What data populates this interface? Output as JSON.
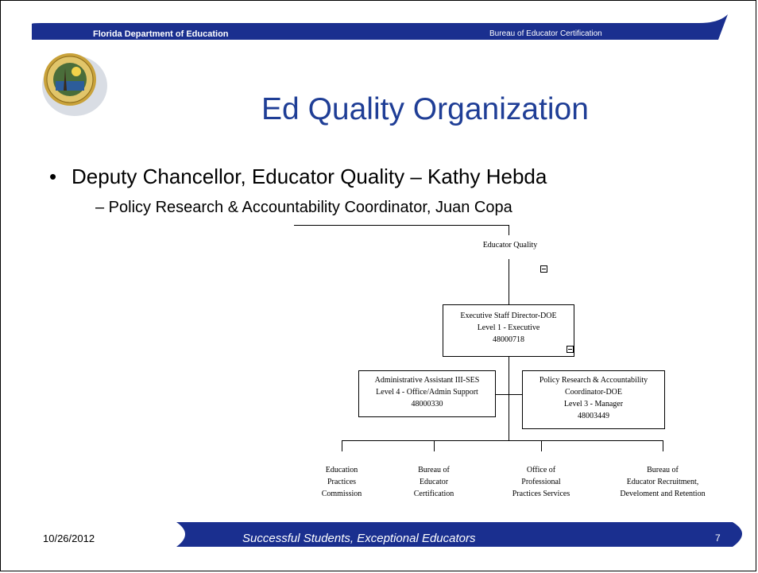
{
  "header": {
    "org_name": "Florida Department of Education",
    "bureau_name": "Bureau of Educator Certification",
    "band_color": "#1a2f8f"
  },
  "title": "Ed Quality Organization",
  "bullet": "Deputy Chancellor, Educator Quality – Kathy Hebda",
  "subbullet": "– Policy Research & Accountability Coordinator, Juan Copa",
  "org_chart": {
    "root": "Educator Quality",
    "executive": {
      "line1": "Executive Staff Director-DOE",
      "line2": "Level 1 - Executive",
      "line3": "48000718"
    },
    "admin": {
      "line1": "Administrative Assistant III-SES",
      "line2": "Level 4 - Office/Admin Support",
      "line3": "48000330"
    },
    "policy": {
      "line1": "Policy Research & Accountability",
      "line2": "Coordinator-DOE",
      "line3": "Level 3 - Manager",
      "line4": "48003449"
    },
    "units": [
      {
        "l1": "Education",
        "l2": "Practices",
        "l3": "Commission"
      },
      {
        "l1": "Bureau of",
        "l2": "Educator",
        "l3": "Certification"
      },
      {
        "l1": "Office of",
        "l2": "Professional",
        "l3": "Practices Services"
      },
      {
        "l1": "Bureau of",
        "l2": "Educator Recruitment,",
        "l3": "Develoment and Retention"
      }
    ]
  },
  "footer": {
    "date": "10/26/2012",
    "slogan": "Successful Students, Exceptional Educators",
    "page_number": "7"
  }
}
